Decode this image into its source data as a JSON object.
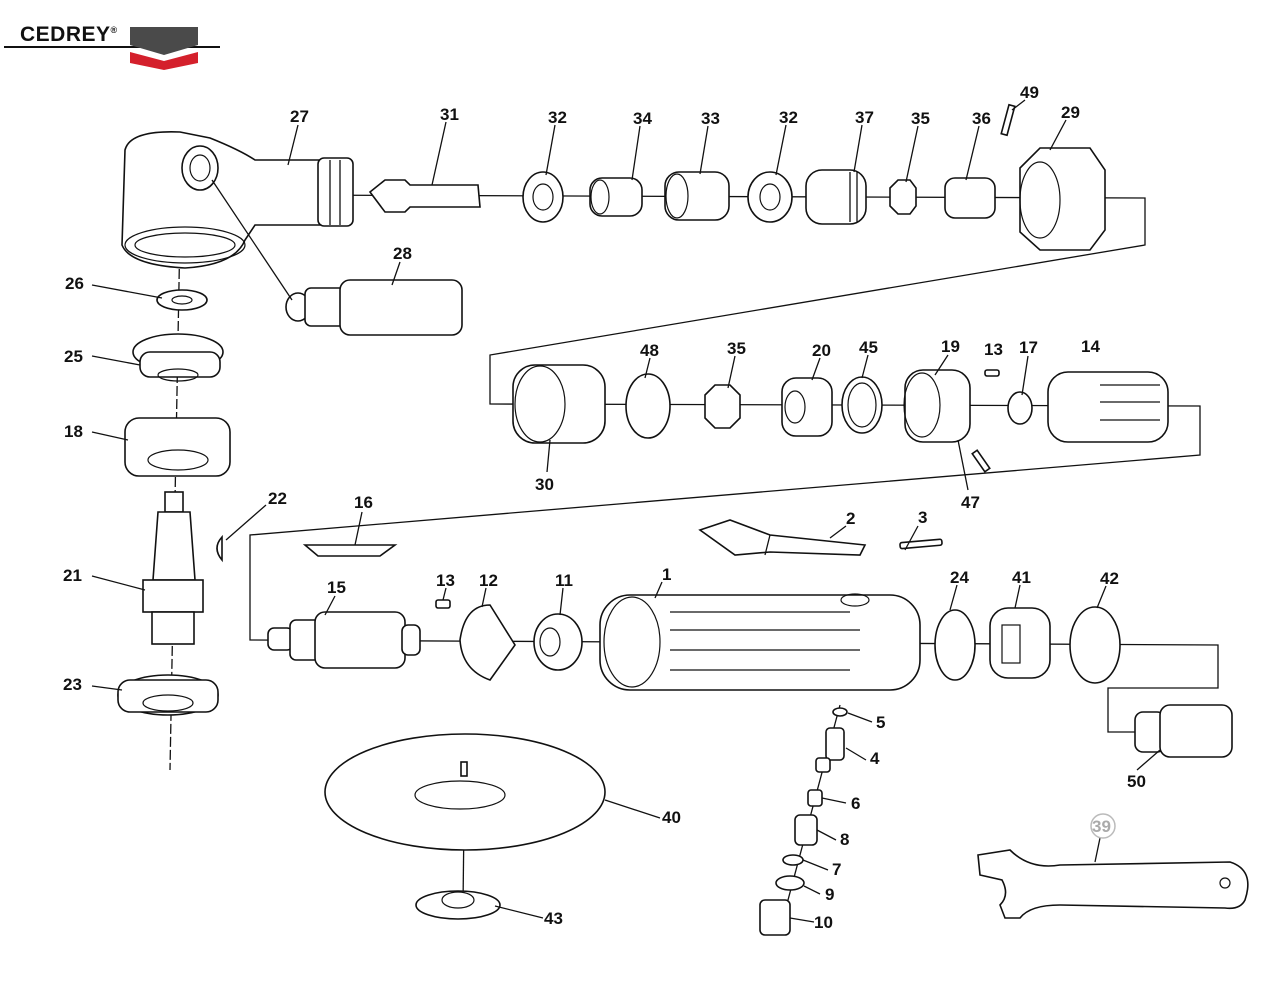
{
  "brand": {
    "name": "CEDREY",
    "registered": "®",
    "colors": {
      "dark": "#4a4a4a",
      "red": "#d4202c"
    }
  },
  "parts": {
    "p27": "27",
    "p31": "31",
    "p32a": "32",
    "p34": "34",
    "p33": "33",
    "p32b": "32",
    "p37": "37",
    "p35a": "35",
    "p36": "36",
    "p49": "49",
    "p29": "29",
    "p28": "28",
    "p26": "26",
    "p25": "25",
    "p18": "18",
    "p22": "22",
    "p21": "21",
    "p23": "23",
    "p48": "48",
    "p35b": "35",
    "p20": "20",
    "p45": "45",
    "p19": "19",
    "p13a": "13",
    "p17": "17",
    "p14": "14",
    "p30": "30",
    "p47": "47",
    "p16": "16",
    "p2": "2",
    "p3": "3",
    "p15": "15",
    "p13b": "13",
    "p12": "12",
    "p11": "11",
    "p1": "1",
    "p24": "24",
    "p41": "41",
    "p42": "42",
    "p5": "5",
    "p4": "4",
    "p6": "6",
    "p8": "8",
    "p7": "7",
    "p9": "9",
    "p10": "10",
    "p40": "40",
    "p43": "43",
    "p50": "50",
    "p39": "39"
  }
}
